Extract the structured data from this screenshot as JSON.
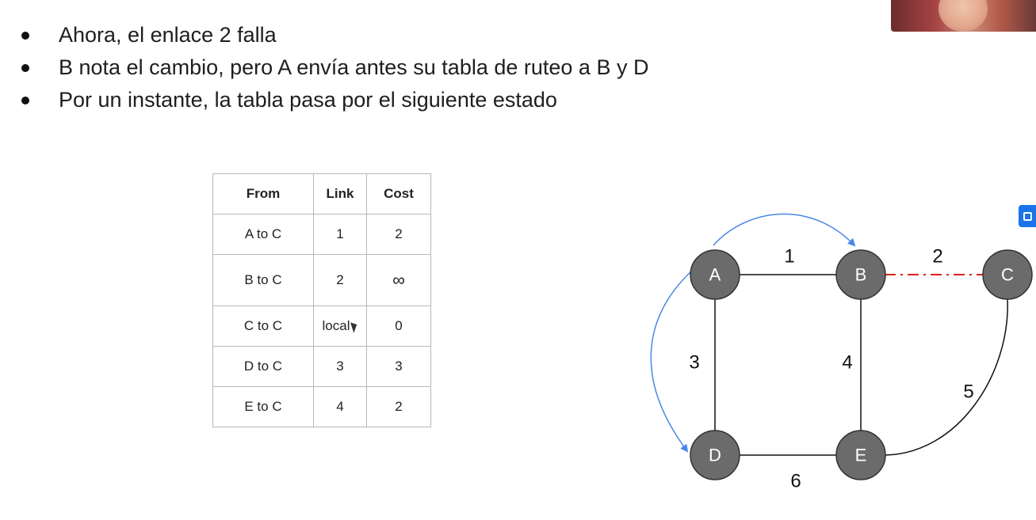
{
  "bullets": [
    "Ahora, el enlace 2 falla",
    "B nota el cambio, pero A envía antes su tabla de ruteo a B y D",
    "Por un instante, la tabla pasa por el siguiente estado"
  ],
  "table": {
    "headers": [
      "From",
      "Link",
      "Cost"
    ],
    "rows": [
      [
        "A to C",
        "1",
        "2"
      ],
      [
        "B to C",
        "2",
        "∞"
      ],
      [
        "C to C",
        "local",
        "0"
      ],
      [
        "D to C",
        "3",
        "3"
      ],
      [
        "E to C",
        "4",
        "2"
      ]
    ]
  },
  "graph": {
    "nodes": [
      "A",
      "B",
      "C",
      "D",
      "E"
    ],
    "links": [
      {
        "label": "1",
        "from": "A",
        "to": "B"
      },
      {
        "label": "2",
        "from": "B",
        "to": "C",
        "failed": true
      },
      {
        "label": "3",
        "from": "A",
        "to": "D"
      },
      {
        "label": "4",
        "from": "B",
        "to": "E"
      },
      {
        "label": "5",
        "from": "C",
        "to": "E"
      },
      {
        "label": "6",
        "from": "D",
        "to": "E"
      }
    ],
    "colors": {
      "node_fill": "#6b6b6b",
      "edge": "#111111",
      "failed_link": "#e0201b",
      "update_arrow": "#4a86e8"
    }
  }
}
